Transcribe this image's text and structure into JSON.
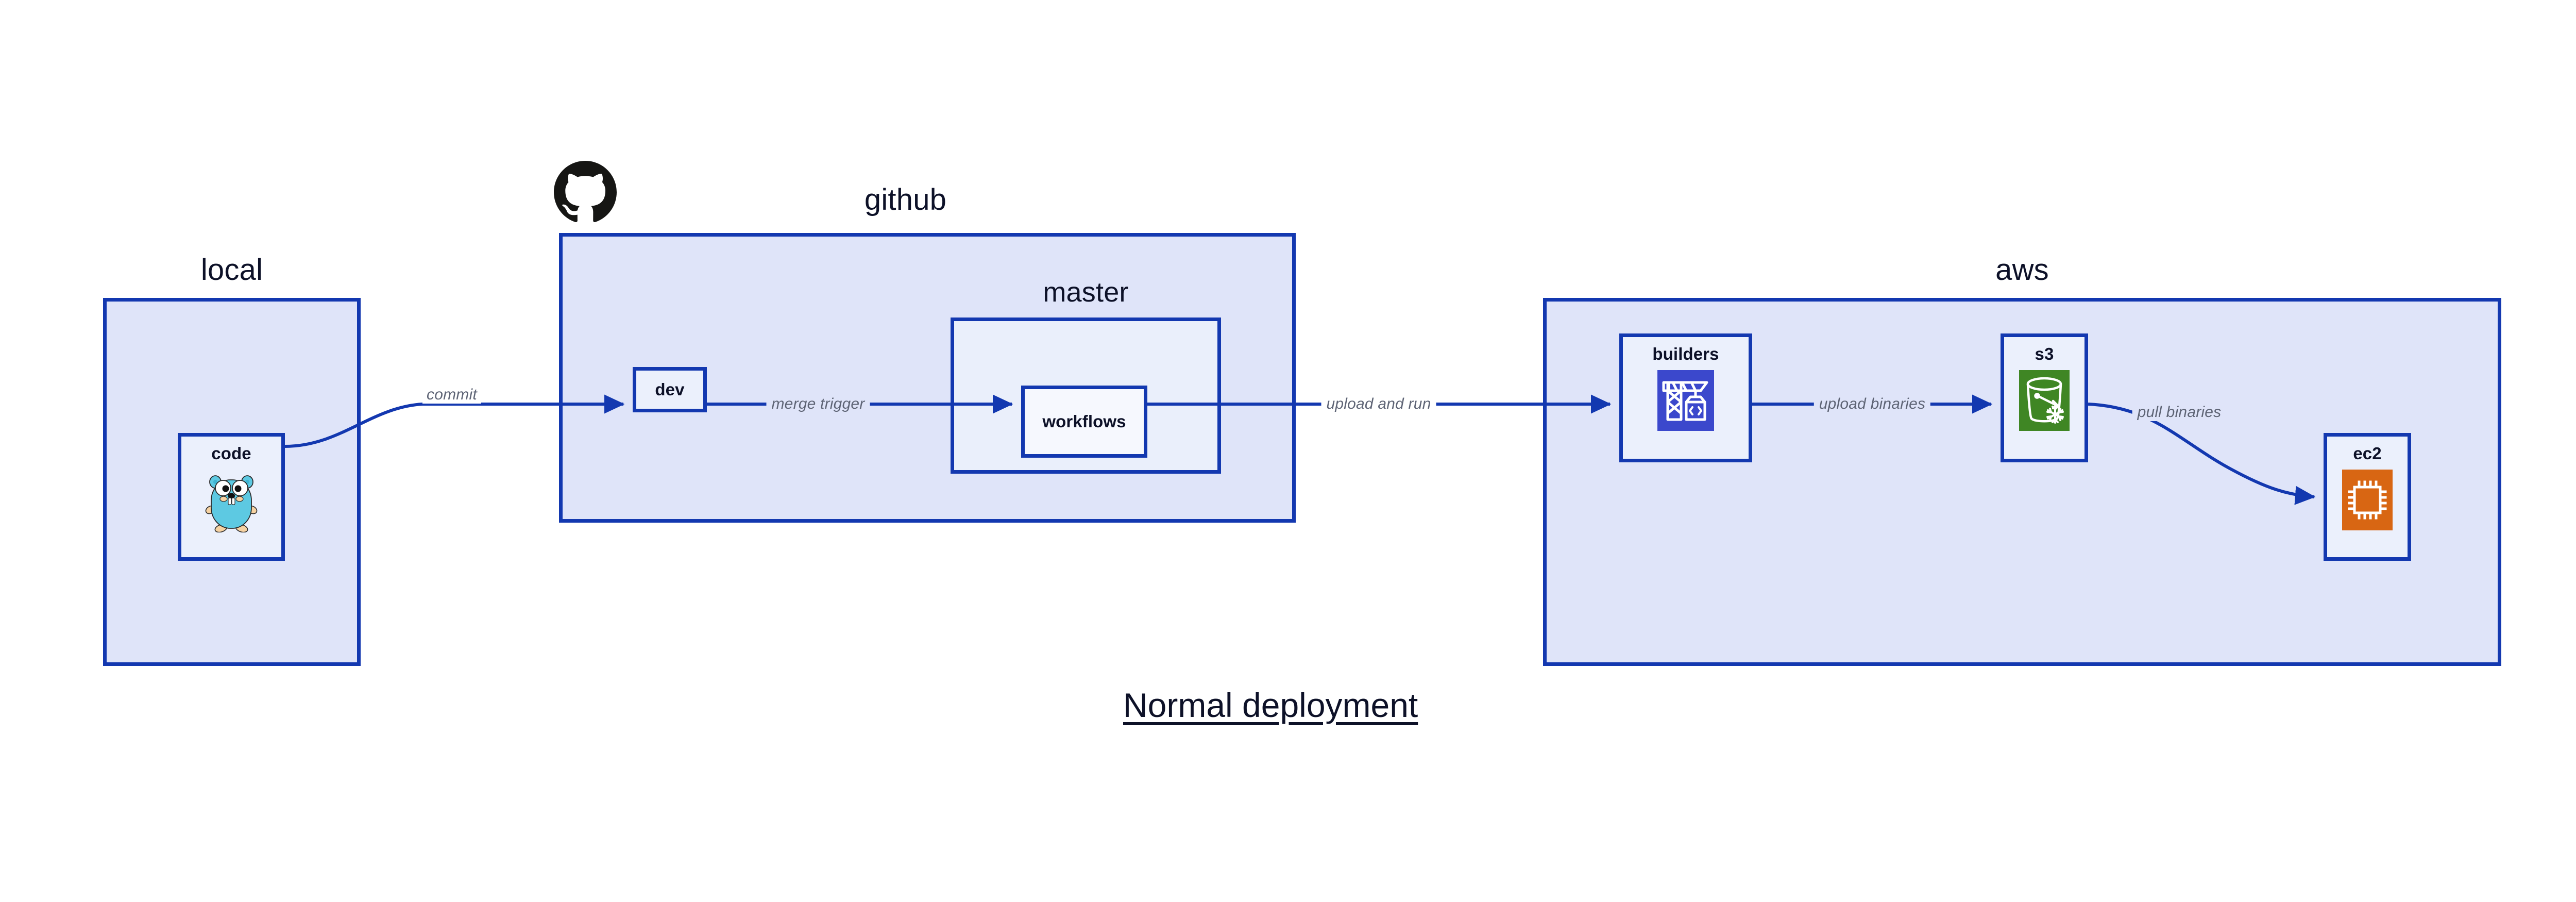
{
  "diagram": {
    "title": "Normal deployment",
    "background_color": "#ffffff",
    "accent_color": "#1338B0",
    "group_fill": "#DFE4F9",
    "node_fill": "#EBF0FC",
    "label_color": "#5E6475",
    "text_color": "#0D1128"
  },
  "groups": [
    {
      "id": "local",
      "label": "local"
    },
    {
      "id": "github",
      "label": "github"
    },
    {
      "id": "master",
      "label": "master"
    },
    {
      "id": "aws",
      "label": "aws"
    }
  ],
  "nodes": [
    {
      "id": "code",
      "label": "code",
      "icon": "go-gopher-icon"
    },
    {
      "id": "dev",
      "label": "dev",
      "icon": null
    },
    {
      "id": "workflows",
      "label": "workflows",
      "icon": null
    },
    {
      "id": "builders",
      "label": "builders",
      "icon": "aws-builders-crane-icon",
      "icon_color": "#3B48CC"
    },
    {
      "id": "s3",
      "label": "s3",
      "icon": "aws-s3-bucket-icon",
      "icon_color": "#3F8624"
    },
    {
      "id": "ec2",
      "label": "ec2",
      "icon": "aws-ec2-chip-icon",
      "icon_color": "#D86613"
    }
  ],
  "edges": [
    {
      "id": "commit",
      "label": "commit",
      "from": "code",
      "to": "dev"
    },
    {
      "id": "merge-trigger",
      "label": "merge trigger",
      "from": "dev",
      "to": "workflows"
    },
    {
      "id": "upload-and-run",
      "label": "upload and run",
      "from": "workflows",
      "to": "builders"
    },
    {
      "id": "upload-binaries",
      "label": "upload binaries",
      "from": "builders",
      "to": "s3"
    },
    {
      "id": "pull-binaries",
      "label": "pull binaries",
      "from": "s3",
      "to": "ec2"
    }
  ],
  "logos": [
    {
      "id": "github-logo",
      "icon": "github-octocat-icon",
      "color": "#161614"
    }
  ]
}
